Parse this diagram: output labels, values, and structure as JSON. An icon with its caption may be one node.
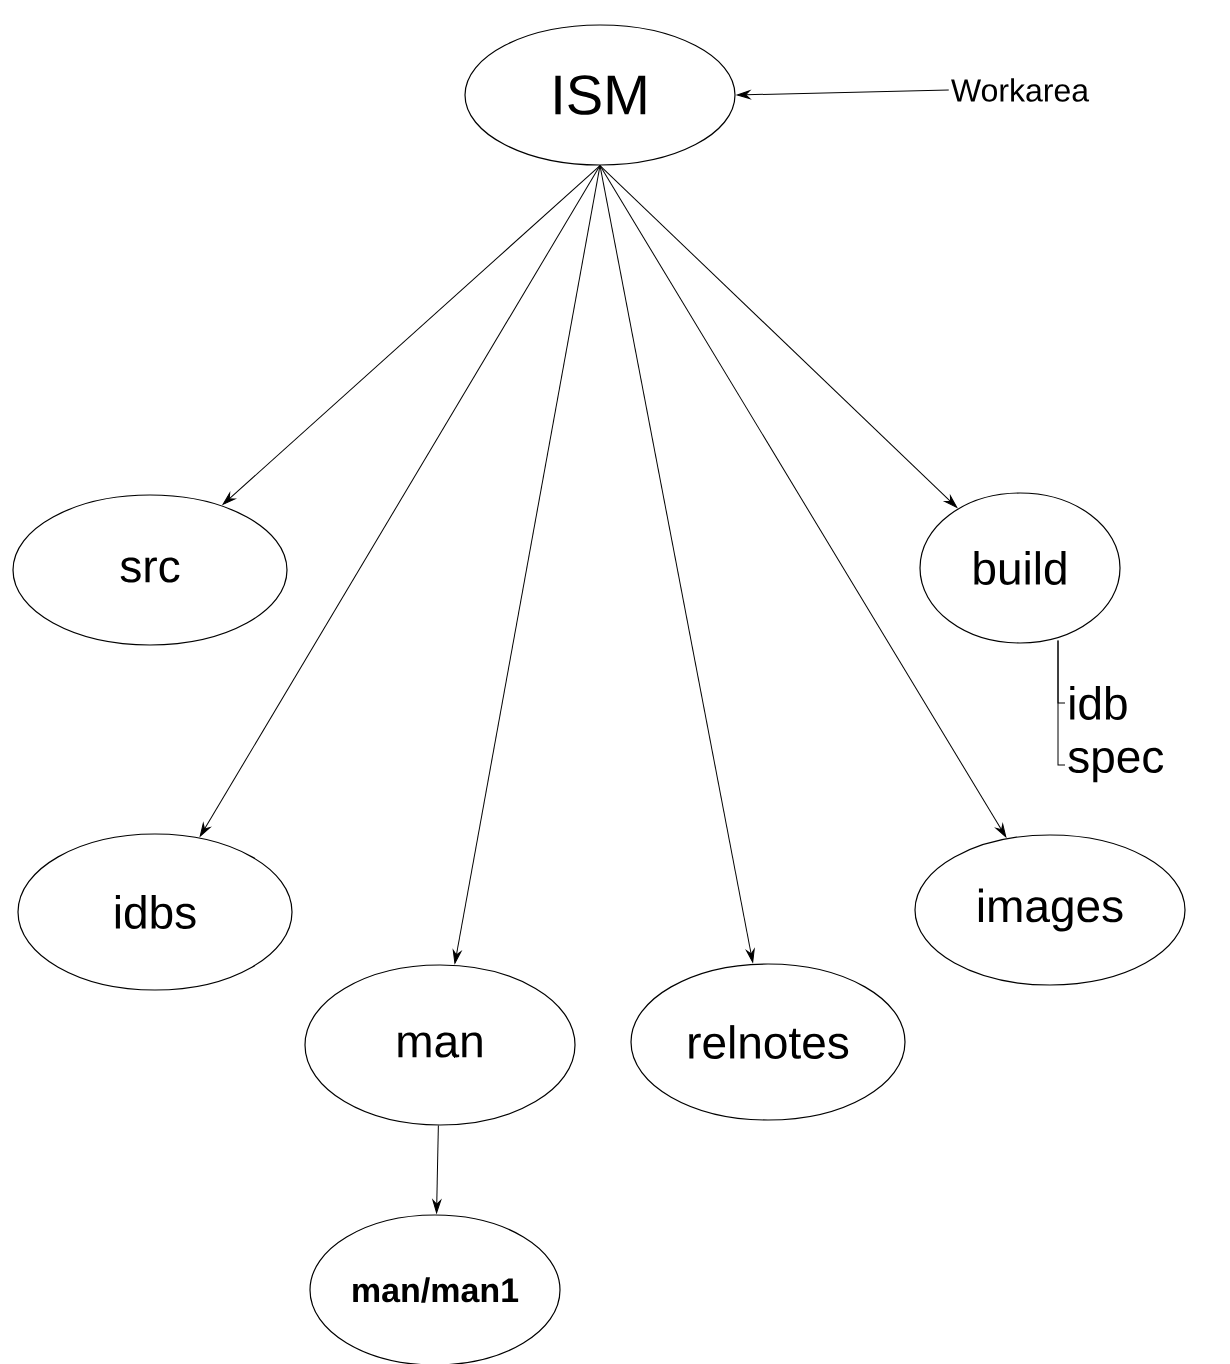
{
  "diagram": {
    "nodes": [
      {
        "text": [
          "ISM"
        ]
      },
      {
        "text": [
          "Workarea"
        ]
      },
      {
        "text": [
          "src"
        ]
      },
      {
        "text": [
          "build"
        ]
      },
      {
        "text": [
          "idb"
        ]
      },
      {
        "text": [
          "spec"
        ]
      },
      {
        "text": [
          "idbs"
        ]
      },
      {
        "text": [
          "images"
        ]
      },
      {
        "text": [
          "man"
        ]
      },
      {
        "text": [
          "relnotes"
        ]
      },
      {
        "text": [
          "man/man1"
        ]
      }
    ],
    "edges": [
      {
        "from": 1,
        "to": 0,
        "arrow": "to"
      },
      {
        "from": 0,
        "to": 2,
        "arrow": "to"
      },
      {
        "from": 0,
        "to": 6,
        "arrow": "to"
      },
      {
        "from": 0,
        "to": 8,
        "arrow": "to"
      },
      {
        "from": 0,
        "to": 9,
        "arrow": "to"
      },
      {
        "from": 0,
        "to": 7,
        "arrow": "to"
      },
      {
        "from": 0,
        "to": 3,
        "arrow": "to"
      },
      {
        "from": 8,
        "to": 10,
        "arrow": "to"
      },
      {
        "from": 3,
        "to": 4,
        "arrow": "none"
      },
      {
        "from": 3,
        "to": 5,
        "arrow": "none"
      }
    ]
  }
}
